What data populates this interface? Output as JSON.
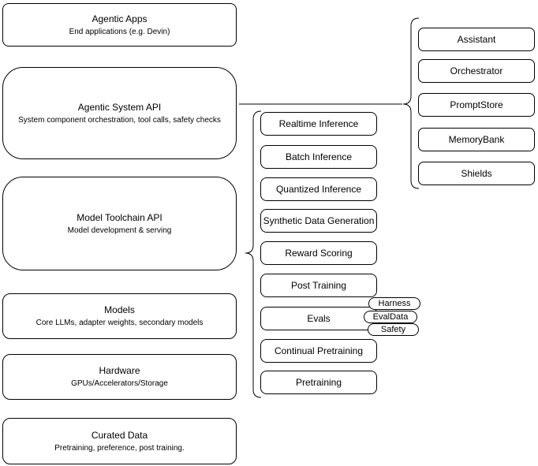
{
  "colors": {
    "stroke": "#000000",
    "fill": "#ffffff",
    "text": "#000000",
    "background": "#ffffff"
  },
  "left_stack": [
    {
      "title": "Agentic Apps",
      "subtitle": "End applications (e.g. Devin)"
    },
    {
      "title": "Agentic System API",
      "subtitle": "System component orchestration, tool calls, safety checks"
    },
    {
      "title": "Model Toolchain API",
      "subtitle": "Model development & serving"
    },
    {
      "title": "Models",
      "subtitle": "Core LLMs, adapter weights, secondary models"
    },
    {
      "title": "Hardware",
      "subtitle": "GPUs/Accelerators/Storage"
    },
    {
      "title": "Curated Data",
      "subtitle": "Pretraining, preference, post training."
    }
  ],
  "toolchain": {
    "items": [
      "Realtime Inference",
      "Batch Inference",
      "Quantized Inference",
      "Synthetic Data Generation",
      "Reward Scoring",
      "Post Training",
      "Evals",
      "Continual Pretraining",
      "Pretraining"
    ]
  },
  "eval_tags": [
    "Harness",
    "EvalData",
    "Safety"
  ],
  "system_components": [
    "Assistant",
    "Orchestrator",
    "PromptStore",
    "MemoryBank",
    "Shields"
  ]
}
